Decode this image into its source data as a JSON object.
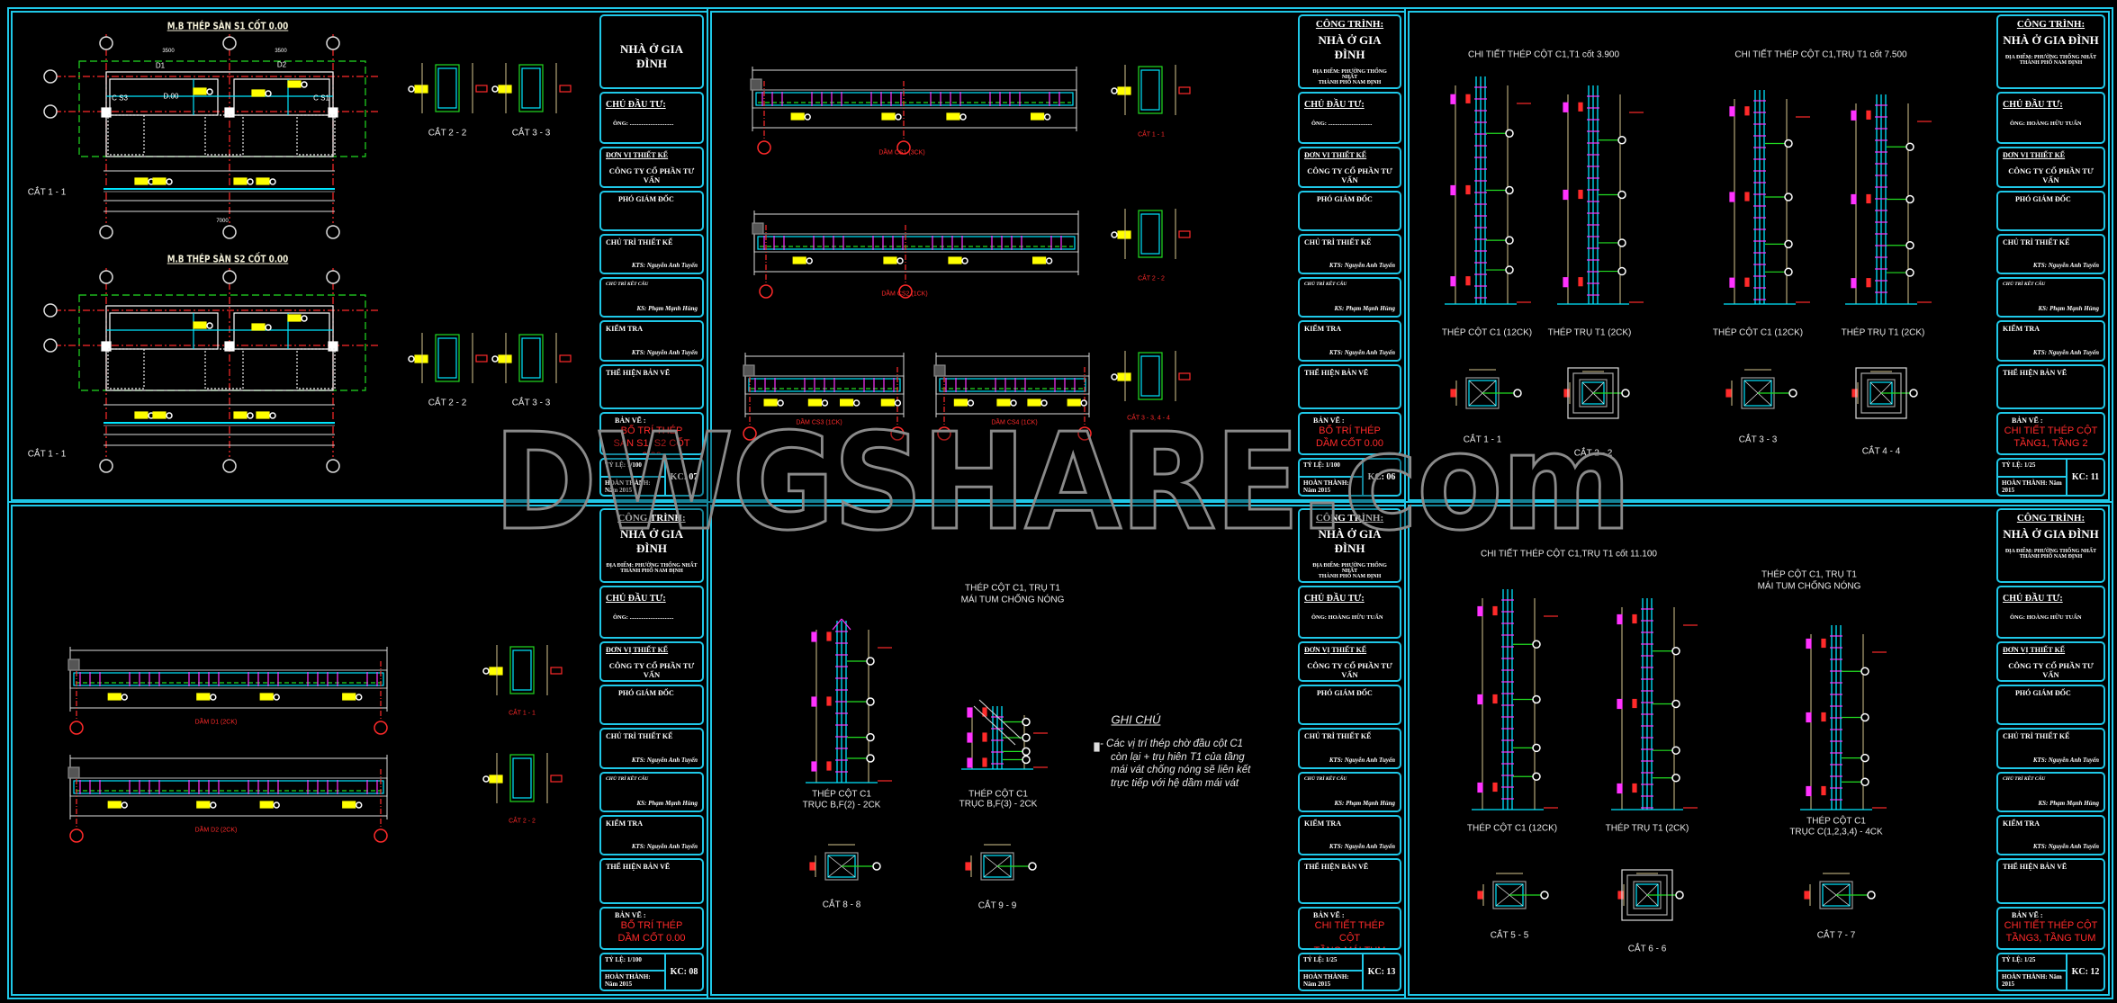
{
  "watermark": "DWGSHARE.com",
  "sheets": [
    {
      "project": "NHÀ Ở GIA ĐÌNH",
      "owner_label": "CHỦ ĐẦU TƯ:",
      "owner": "ÔNG: ..............................",
      "designer_label": "ĐƠN VỊ THIẾT KẾ",
      "company": "CÔNG TY CỔ PHẦN TƯ VẤN",
      "deputy": "PHÓ GIÁM ĐỐC",
      "chief_label": "CHỦ TRÌ THIẾT KẾ",
      "chief": "KTS: Nguyễn Anh Tuyến",
      "struct_label": "CHỦ TRÌ KẾT CẤU",
      "struct": "KS: Phạm Mạnh Hùng",
      "check_label": "KIỂM TRA",
      "check": "KTS: Nguyễn Anh Tuyến",
      "drawn_label": "THỂ HIỆN BẢN VẼ",
      "sheet_label": "BẢN VẼ :",
      "title_1": "BỐ TRÍ THÉP",
      "title_2": "SÀN S1, S2 CỐT 0.00",
      "scale": "TỶ LỆ: 1/100",
      "completed": "HOÀN THÀNH: Năm 2015",
      "code": "KC: 07"
    },
    {
      "cong_trinh": "CÔNG TRÌNH:",
      "project": "NHÀ Ở GIA ĐÌNH",
      "location_1": "ĐỊA ĐIỂM: PHƯỜNG THỐNG NHẤT",
      "location_2": "THÀNH PHỐ NAM ĐỊNH",
      "owner_label": "CHỦ ĐẦU TƯ:",
      "owner": "ÔNG: ..............................",
      "designer_label": "ĐƠN VỊ THIẾT KẾ",
      "company": "CÔNG TY CỔ PHẦN TƯ VẤN",
      "deputy": "PHÓ GIÁM ĐỐC",
      "chief_label": "CHỦ TRÌ THIẾT KẾ",
      "chief": "KTS: Nguyễn Anh Tuyến",
      "struct_label": "CHỦ TRÌ KẾT CẤU",
      "struct": "KS: Phạm Mạnh Hùng",
      "check_label": "KIỂM TRA",
      "check": "KTS: Nguyễn Anh Tuyến",
      "drawn_label": "THỂ HIỆN BẢN VẼ",
      "sheet_label": "BẢN VẼ :",
      "title_1": "BỐ TRÍ THÉP",
      "title_2": "DẦM CỐT 0.00",
      "scale": "TỶ LỆ: 1/100",
      "completed": "HOÀN THÀNH: Năm 2015",
      "code": "KC: 06"
    },
    {
      "cong_trinh": "CÔNG TRÌNH:",
      "project": "NHÀ Ở GIA ĐÌNH",
      "location_1": "ĐỊA ĐIỂM: PHƯỜNG THỐNG NHẤT",
      "location_2": "THÀNH PHỐ NAM ĐỊNH",
      "owner_label": "CHỦ ĐẦU TƯ:",
      "owner": "ÔNG: HOÀNG HỮU TUẤN",
      "designer_label": "ĐƠN VỊ THIẾT KẾ",
      "company": "CÔNG TY CỔ PHẦN TƯ VẤN",
      "deputy": "PHÓ GIÁM ĐỐC",
      "chief_label": "CHỦ TRÌ THIẾT KẾ",
      "chief": "KTS: Nguyễn Anh Tuyến",
      "struct_label": "CHỦ TRÌ KẾT CẤU",
      "struct": "KS: Phạm Mạnh Hùng",
      "check_label": "KIỂM TRA",
      "check": "KTS: Nguyễn Anh Tuyến",
      "drawn_label": "THỂ HIỆN BẢN VẼ",
      "sheet_label": "BẢN VẼ :",
      "title_1": "CHI TIẾT THÉP CỘT",
      "title_2": "TẦNG1, TẦNG 2",
      "scale": "TỶ LỆ: 1/25",
      "completed": "HOÀN THÀNH: Năm 2015",
      "code": "KC: 11"
    },
    {
      "cong_trinh": "CÔNG TRÌNH:",
      "project": "NHÀ Ở GIA ĐÌNH",
      "location_1": "ĐỊA ĐIỂM: PHƯỜNG THỐNG NHẤT",
      "location_2": "THÀNH PHỐ NAM ĐỊNH",
      "owner_label": "CHỦ ĐẦU TƯ:",
      "owner": "ÔNG: ..............................",
      "designer_label": "ĐƠN VỊ THIẾT KẾ",
      "company": "CÔNG TY CỔ PHẦN TƯ VẤN",
      "deputy": "PHÓ GIÁM ĐỐC",
      "chief_label": "CHỦ TRÌ THIẾT KẾ",
      "chief": "KTS: Nguyễn Anh Tuyến",
      "struct_label": "CHỦ TRÌ KẾT CẤU",
      "struct": "KS: Phạm Mạnh Hùng",
      "check_label": "KIỂM TRA",
      "check": "KTS: Nguyễn Anh Tuyến",
      "drawn_label": "THỂ HIỆN BẢN VẼ",
      "sheet_label": "BẢN VẼ :",
      "title_1": "BỐ TRÍ THÉP",
      "title_2": "DẦM CỐT 0.00",
      "scale": "TỶ LỆ: 1/100",
      "completed": "HOÀN THÀNH: Năm 2015",
      "code": "KC: 08"
    },
    {
      "cong_trinh": "CÔNG TRÌNH:",
      "project": "NHÀ Ở GIA ĐÌNH",
      "location_1": "ĐỊA ĐIỂM: PHƯỜNG THỐNG NHẤT",
      "location_2": "THÀNH PHỐ NAM ĐỊNH",
      "owner_label": "CHỦ ĐẦU TƯ:",
      "owner": "ÔNG: HOÀNG HỮU TUẤN",
      "designer_label": "ĐƠN VỊ THIẾT KẾ",
      "company": "CÔNG TY CỔ PHẦN TƯ VẤN",
      "deputy": "PHÓ GIÁM ĐỐC",
      "chief_label": "CHỦ TRÌ THIẾT KẾ",
      "chief": "KTS: Nguyễn Anh Tuyến",
      "struct_label": "CHỦ TRÌ KẾT CẤU",
      "struct": "KS: Phạm Mạnh Hùng",
      "check_label": "KIỂM TRA",
      "check": "KTS: Nguyễn Anh Tuyến",
      "drawn_label": "THỂ HIỆN BẢN VẼ",
      "sheet_label": "BẢN VẼ :",
      "title_1": "CHI TIẾT THÉP CỘT",
      "title_2": "TẦNG MÁI TUM",
      "scale": "TỶ LỆ: 1/25",
      "completed": "HOÀN THÀNH: Năm 2015",
      "code": "KC: 13"
    },
    {
      "cong_trinh": "CÔNG TRÌNH:",
      "project": "NHÀ Ở GIA ĐÌNH",
      "location_1": "ĐỊA ĐIỂM: PHƯỜNG THỐNG NHẤT",
      "location_2": "THÀNH PHỐ NAM ĐỊNH",
      "owner_label": "CHỦ ĐẦU TƯ:",
      "owner": "ÔNG: HOÀNG HỮU TUẤN",
      "designer_label": "ĐƠN VỊ THIẾT KẾ",
      "company": "CÔNG TY CỔ PHẦN TƯ VẤN",
      "deputy": "PHÓ GIÁM ĐỐC",
      "chief_label": "CHỦ TRÌ THIẾT KẾ",
      "chief": "KTS: Nguyễn Anh Tuyến",
      "struct_label": "CHỦ TRÌ KẾT CẤU",
      "struct": "KS: Phạm Mạnh Hùng",
      "check_label": "KIỂM TRA",
      "check": "KTS: Nguyễn Anh Tuyến",
      "drawn_label": "THỂ HIỆN BẢN VẼ",
      "sheet_label": "BẢN VẼ :",
      "title_1": "CHI TIẾT THÉP CỘT",
      "title_2": "TẦNG3, TẦNG TUM",
      "scale": "TỶ LỆ: 1/25",
      "completed": "HOÀN THÀNH: Năm 2015",
      "code": "KC: 12"
    }
  ],
  "drawings": {
    "slab": {
      "title_s1": "M.B THÉP SÀN S1 CỐT 0.00",
      "title_s2": "M.B THÉP SÀN S2 CỐT 0.00",
      "cut_1": "CẮT 1 - 1",
      "cut_2": "CẮT 2 - 2",
      "cut_3": "CẮT 3 - 3",
      "dim_span": "3500",
      "dim_total": "7000",
      "tag_d1": "D1",
      "tag_d2": "D2",
      "tag_level": "D.00",
      "tag_cs3": "C S3",
      "tag_cs1": "C S1"
    },
    "beams_top": {
      "cs1": "DẦM CS1 (3CK)",
      "cs2": "DẦM CS2 (1CK)",
      "cs3": "DẦM CS3 (1CK)",
      "cs4": "DẦM CS4 (1CK)",
      "cut_1": "CẮT 1 - 1",
      "cut_2": "CẮT 2 - 2",
      "cut_34": "CẮT 3 - 3, 4 - 4"
    },
    "columns_12": {
      "heading_1": "CHI TIẾT THÉP CỘT C1,T1  cốt 3.900",
      "heading_2": "CHI TIẾT THÉP CỘT C1,TRỤ T1  cốt 7.500",
      "col_c1": "THÉP CỘT C1 (12CK)",
      "col_t1": "THÉP TRỤ T1 (2CK)",
      "cut_1": "CẮT 1 - 1",
      "cut_2": "CẮT 2 - 2",
      "cut_3": "CẮT 3 - 3",
      "cut_4": "CẮT 4 - 4"
    },
    "beams_bottom": {
      "d1": "DẦM D1 (2CK)",
      "d2": "DẦM D2 (2CK)",
      "cut_1": "CẮT 1 - 1",
      "cut_2": "CẮT 2 - 2"
    },
    "roof_columns": {
      "heading_1": "THÉP CỘT C1, TRỤ T1",
      "heading_2": "MÁI TUM CHỐNG NÓNG",
      "col_a_1": "THÉP CỘT C1",
      "col_a_2": "TRỤC B,F(2) - 2CK",
      "col_b_1": "THÉP CỘT C1",
      "col_b_2": "TRỤC B,F(3) - 2CK",
      "cut_8": "CẮT 8 - 8",
      "cut_9": "CẮT 9 - 9",
      "note_title": "GHI CHÚ",
      "note_lines": [
        "- Các vị trí thép chờ đầu cột C1",
        "còn lại + trụ hiên T1 của tầng",
        "mái vát chống nóng sẽ liên kết",
        "trực tiếp với hệ dầm mái vát"
      ]
    },
    "columns_3": {
      "heading_1": "CHI TIẾT THÉP CỘT C1,TRỤ T1  cốt 11.100",
      "heading_2": "THÉP CỘT C1, TRỤ T1",
      "heading_3": "MÁI TUM CHỐNG NÓNG",
      "col_c1": "THÉP CỘT C1 (12CK)",
      "col_t1": "THÉP TRỤ T1 (2CK)",
      "col_c1b_1": "THÉP CỘT C1",
      "col_c1b_2": "TRỤC C(1,2,3,4) - 4CK",
      "cut_5": "CẮT 5 - 5",
      "cut_6": "CẮT 6 - 6",
      "cut_7": "CẮT 7 - 7"
    }
  },
  "colors": {
    "frame": "#1fc8e8",
    "rebar": "#00e5ff",
    "stirrup": "#ff33ff",
    "axis": "#ff2a2a",
    "tag": "#ffff00",
    "slab_outline": "#22dd22"
  }
}
